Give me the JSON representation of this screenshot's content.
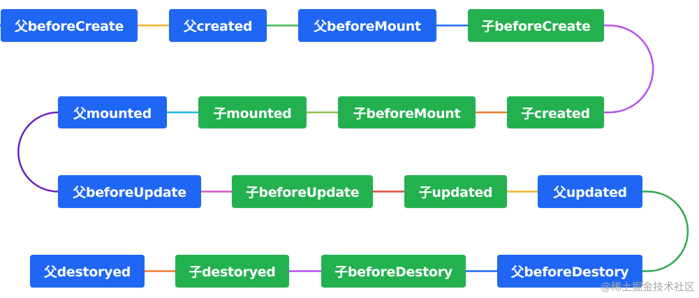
{
  "diagram": {
    "nodes": [
      {
        "id": "n1",
        "label": "父beforeCreate",
        "kind": "parent"
      },
      {
        "id": "n2",
        "label": "父created",
        "kind": "parent"
      },
      {
        "id": "n3",
        "label": "父beforeMount",
        "kind": "parent"
      },
      {
        "id": "n4",
        "label": "子beforeCreate",
        "kind": "child"
      },
      {
        "id": "n5",
        "label": "子created",
        "kind": "child"
      },
      {
        "id": "n6",
        "label": "子beforeMount",
        "kind": "child"
      },
      {
        "id": "n7",
        "label": "子mounted",
        "kind": "child"
      },
      {
        "id": "n8",
        "label": "父mounted",
        "kind": "parent"
      },
      {
        "id": "n9",
        "label": "父beforeUpdate",
        "kind": "parent"
      },
      {
        "id": "n10",
        "label": "子beforeUpdate",
        "kind": "child"
      },
      {
        "id": "n11",
        "label": "子updated",
        "kind": "child"
      },
      {
        "id": "n12",
        "label": "父updated",
        "kind": "parent"
      },
      {
        "id": "n13",
        "label": "父beforeDestory",
        "kind": "parent"
      },
      {
        "id": "n14",
        "label": "子beforeDestory",
        "kind": "child"
      },
      {
        "id": "n15",
        "label": "子destoryed",
        "kind": "child"
      },
      {
        "id": "n16",
        "label": "父destoryed",
        "kind": "parent"
      }
    ],
    "edges": [
      {
        "from": "n1",
        "to": "n2",
        "color": "#f0b429"
      },
      {
        "from": "n2",
        "to": "n3",
        "color": "#3fb950"
      },
      {
        "from": "n3",
        "to": "n4",
        "color": "#1f66f4"
      },
      {
        "from": "n4",
        "to": "n5",
        "color": "#b44df2"
      },
      {
        "from": "n5",
        "to": "n6",
        "color": "#f07c2a"
      },
      {
        "from": "n6",
        "to": "n7",
        "color": "#8bc34a"
      },
      {
        "from": "n7",
        "to": "n8",
        "color": "#1fb7e0"
      },
      {
        "from": "n8",
        "to": "n9",
        "color": "#6a1fc2"
      },
      {
        "from": "n9",
        "to": "n10",
        "color": "#d94fc4"
      },
      {
        "from": "n10",
        "to": "n11",
        "color": "#e04a3f"
      },
      {
        "from": "n11",
        "to": "n12",
        "color": "#f0b429"
      },
      {
        "from": "n12",
        "to": "n13",
        "color": "#2ea84a"
      },
      {
        "from": "n13",
        "to": "n14",
        "color": "#1f66f4"
      },
      {
        "from": "n14",
        "to": "n15",
        "color": "#b44df2"
      },
      {
        "from": "n15",
        "to": "n16",
        "color": "#f07c2a"
      }
    ],
    "colors": {
      "parent": "#1f66f4",
      "child": "#23b14f",
      "node_text": "#ffffff"
    }
  },
  "watermark": "@稀土掘金技术社区"
}
